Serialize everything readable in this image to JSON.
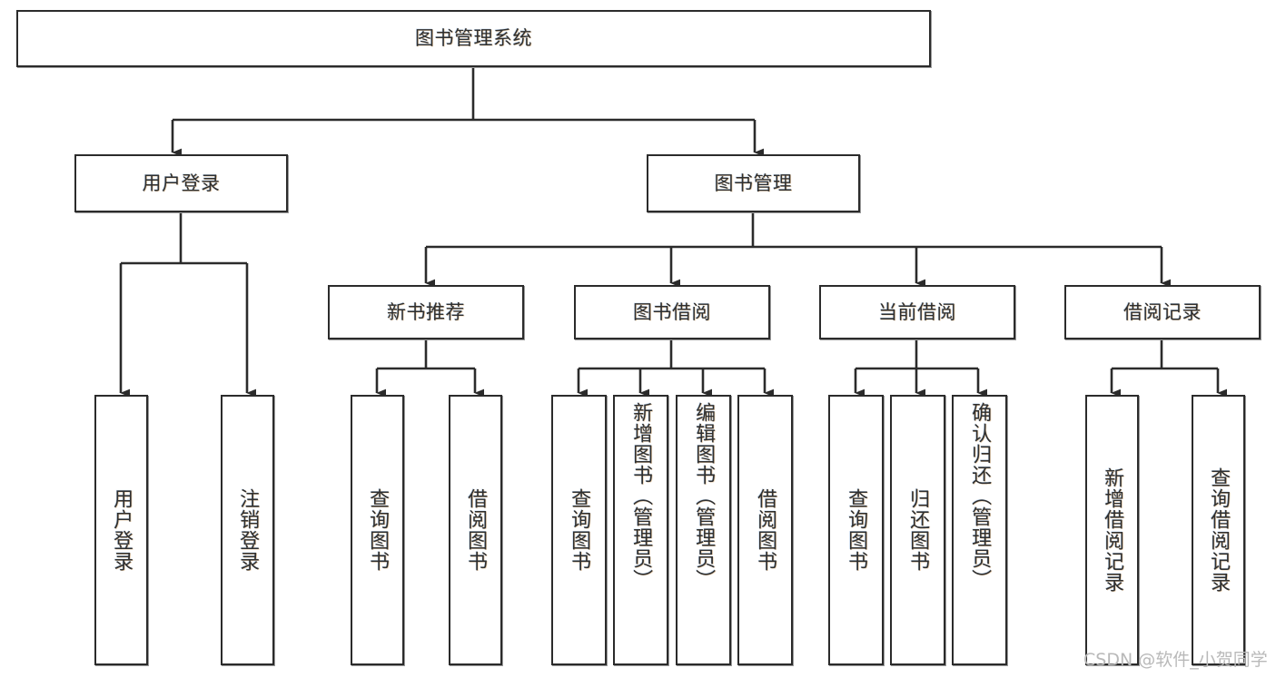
{
  "diagram": {
    "type": "tree-hierarchy-chart",
    "title": "图书管理系统",
    "watermark": "CSDN @软件_小贺同学",
    "colors": {
      "border": "#2b2b2b",
      "text": "#2f2f2f",
      "background": "#ffffff",
      "connector": "#2b2b2b",
      "watermark": "#b9b9b9"
    },
    "nodes": {
      "root": {
        "label": "图书管理系统"
      },
      "level2": [
        {
          "label": "用户登录"
        },
        {
          "label": "图书管理"
        }
      ],
      "level3": [
        {
          "label": "新书推荐"
        },
        {
          "label": "图书借阅"
        },
        {
          "label": "当前借阅"
        },
        {
          "label": "借阅记录"
        }
      ],
      "leaves": {
        "user_login": [
          {
            "label": "用户登录"
          },
          {
            "label": "注销登录"
          }
        ],
        "new_book": [
          {
            "label": "查询图书"
          },
          {
            "label": "借阅图书"
          }
        ],
        "book_borrow": [
          {
            "label": "查询图书"
          },
          {
            "label": "新增图书（管理员）"
          },
          {
            "label": "编辑图书（管理员）"
          },
          {
            "label": "借阅图书"
          }
        ],
        "current_borrow": [
          {
            "label": "查询图书"
          },
          {
            "label": "归还图书"
          },
          {
            "label": "确认归还（管理员）"
          }
        ],
        "borrow_record": [
          {
            "label": "新增借阅记录"
          },
          {
            "label": "查询借阅记录"
          }
        ]
      }
    }
  }
}
